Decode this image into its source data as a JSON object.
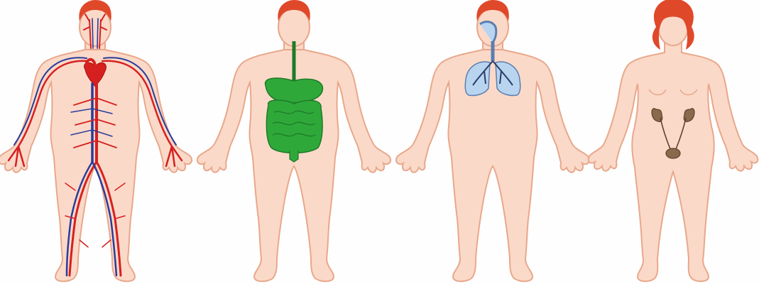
{
  "colors": {
    "background": "#fefefe",
    "skin": "#fbd9c8",
    "skin_outline": "#e8a88c",
    "hair": "#e0482a",
    "artery": "#d62020",
    "vein": "#2a3c9c",
    "digestive": "#2fa83a",
    "digestive_dark": "#1e7a28",
    "lungs": "#b9d4ef",
    "lungs_outline": "#5a7fb0",
    "urinary": "#8a6a4a"
  },
  "figures": [
    {
      "system": "circulatory",
      "icon": "circulatory-system-icon"
    },
    {
      "system": "digestive",
      "icon": "digestive-system-icon"
    },
    {
      "system": "respiratory",
      "icon": "respiratory-system-icon"
    },
    {
      "system": "urinary",
      "icon": "urinary-system-icon"
    }
  ]
}
